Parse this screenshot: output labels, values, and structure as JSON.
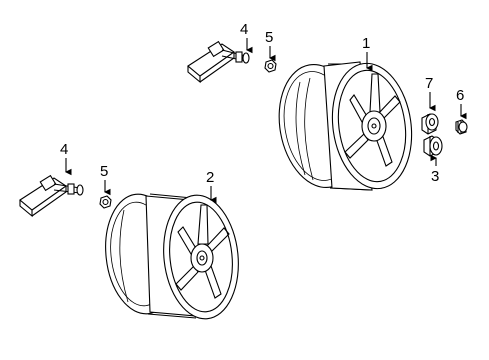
{
  "diagram": {
    "callouts": {
      "c1": "1",
      "c2": "2",
      "c3": "3",
      "c4a": "4",
      "c4b": "4",
      "c5a": "5",
      "c5b": "5",
      "c6": "6",
      "c7": "7"
    },
    "parts": [
      {
        "callout": "1",
        "icon": "wheel-icon"
      },
      {
        "callout": "2",
        "icon": "wheel-icon"
      },
      {
        "callout": "3",
        "icon": "lug-nut-icon"
      },
      {
        "callout": "4",
        "icon": "tpms-sensor-icon"
      },
      {
        "callout": "5",
        "icon": "valve-nut-icon"
      },
      {
        "callout": "6",
        "icon": "valve-cap-icon"
      },
      {
        "callout": "7",
        "icon": "lock-nut-icon"
      }
    ],
    "colors": {
      "line": "#000000",
      "background": "#ffffff"
    }
  }
}
